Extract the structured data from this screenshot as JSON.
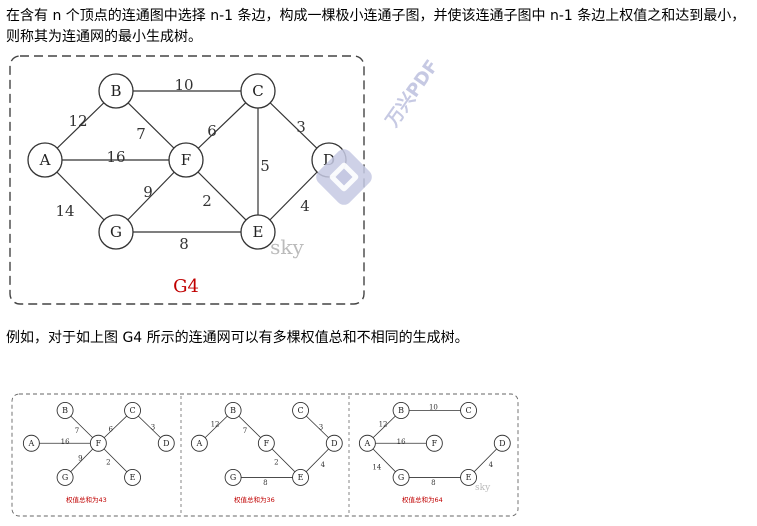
{
  "text": {
    "paragraph1": "在含有 n 个顶点的连通图中选择 n-1 条边，构成一棵极小连通子图，并使该连通子图中 n-1 条边上权值之和达到最小，则称其为连通网的最小生成树。",
    "paragraph2": "例如，对于如上图 G4 所示的连通网可以有多棵权值总和不相同的生成树。"
  },
  "graph": {
    "caption": "G4",
    "watermark_sky": "sky",
    "watermark_pdf": "万兴PDF",
    "nodes": {
      "A": "A",
      "B": "B",
      "C": "C",
      "D": "D",
      "E": "E",
      "F": "F",
      "G": "G"
    },
    "edges": [
      {
        "from": "A",
        "to": "B",
        "weight": "12"
      },
      {
        "from": "B",
        "to": "C",
        "weight": "10"
      },
      {
        "from": "B",
        "to": "F",
        "weight": "7"
      },
      {
        "from": "A",
        "to": "F",
        "weight": "16"
      },
      {
        "from": "C",
        "to": "F",
        "weight": "6"
      },
      {
        "from": "C",
        "to": "D",
        "weight": "3"
      },
      {
        "from": "C",
        "to": "E",
        "weight": "5"
      },
      {
        "from": "F",
        "to": "G",
        "weight": "9"
      },
      {
        "from": "A",
        "to": "G",
        "weight": "14"
      },
      {
        "from": "F",
        "to": "E",
        "weight": "2"
      },
      {
        "from": "D",
        "to": "E",
        "weight": "4"
      },
      {
        "from": "G",
        "to": "E",
        "weight": "8"
      }
    ]
  },
  "trees": [
    {
      "edges": [
        {
          "from": "B",
          "to": "F",
          "weight": "7"
        },
        {
          "from": "A",
          "to": "F",
          "weight": "16"
        },
        {
          "from": "C",
          "to": "F",
          "weight": "6"
        },
        {
          "from": "C",
          "to": "D",
          "weight": "3"
        },
        {
          "from": "F",
          "to": "G",
          "weight": "9"
        },
        {
          "from": "F",
          "to": "E",
          "weight": "2"
        }
      ],
      "sum_label": "权值总和为43"
    },
    {
      "edges": [
        {
          "from": "A",
          "to": "B",
          "weight": "12"
        },
        {
          "from": "B",
          "to": "F",
          "weight": "7"
        },
        {
          "from": "C",
          "to": "D",
          "weight": "3"
        },
        {
          "from": "F",
          "to": "E",
          "weight": "2"
        },
        {
          "from": "D",
          "to": "E",
          "weight": "4"
        },
        {
          "from": "G",
          "to": "E",
          "weight": "8"
        }
      ],
      "sum_label": "权值总和为36"
    },
    {
      "edges": [
        {
          "from": "A",
          "to": "B",
          "weight": "12"
        },
        {
          "from": "B",
          "to": "C",
          "weight": "10"
        },
        {
          "from": "A",
          "to": "F",
          "weight": "16"
        },
        {
          "from": "A",
          "to": "G",
          "weight": "14"
        },
        {
          "from": "D",
          "to": "E",
          "weight": "4"
        },
        {
          "from": "G",
          "to": "E",
          "weight": "8"
        }
      ],
      "sum_label": "权值总和为64"
    }
  ],
  "trees_watermark": "sky"
}
